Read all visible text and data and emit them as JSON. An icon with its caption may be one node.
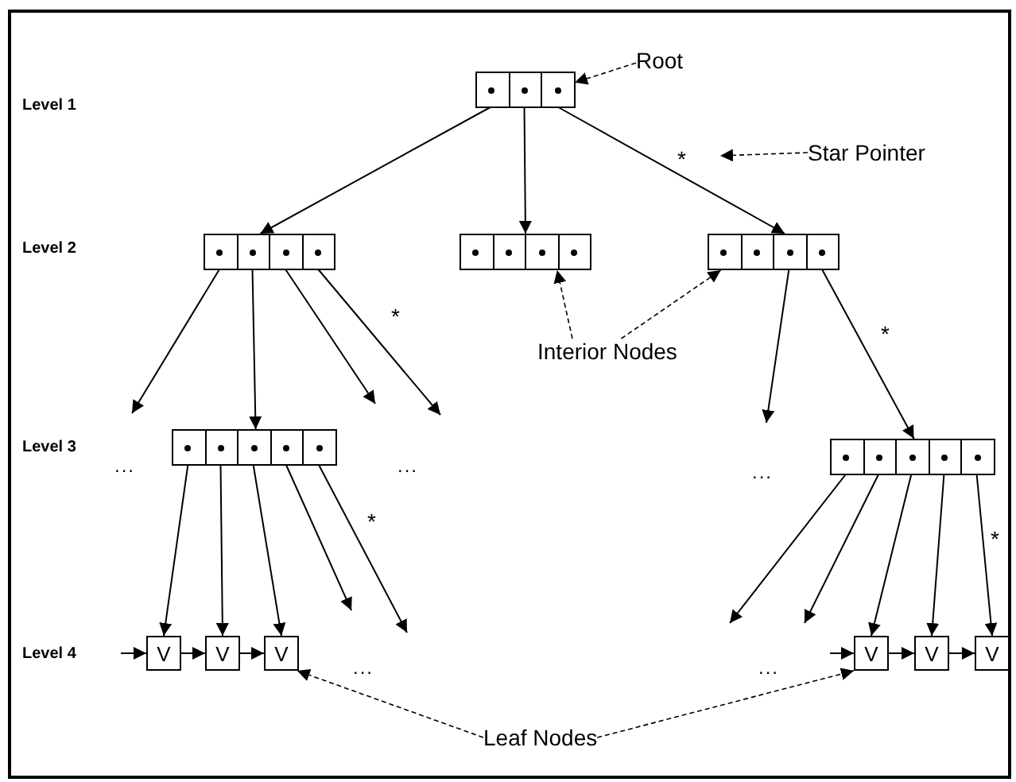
{
  "diagram": {
    "nodes": [
      {
        "text": [
          "Root"
        ]
      },
      {
        "text": [],
        "shape": "box"
      },
      {
        "text": [],
        "shape": "box",
        "in": 1
      },
      {
        "text": [],
        "shape": "box",
        "in": 1
      },
      {
        "text": [],
        "shape": "box",
        "in": 1
      },
      {
        "text": [
          "Star Pointer"
        ]
      },
      {
        "text": [],
        "shape": "box"
      },
      {
        "text": [],
        "shape": "box",
        "in": 6
      },
      {
        "text": [],
        "shape": "box",
        "in": 6
      },
      {
        "text": [],
        "shape": "box",
        "in": 6
      },
      {
        "text": [],
        "shape": "box",
        "in": 6
      },
      {
        "text": [],
        "shape": "box"
      },
      {
        "text": [],
        "shape": "box",
        "in": 11
      },
      {
        "text": [],
        "shape": "box",
        "in": 11
      },
      {
        "text": [],
        "shape": "box",
        "in": 11
      },
      {
        "text": [],
        "shape": "box",
        "in": 11
      },
      {
        "text": [],
        "shape": "box"
      },
      {
        "text": [],
        "shape": "box",
        "in": 16
      },
      {
        "text": [],
        "shape": "box",
        "in": 16
      },
      {
        "text": [],
        "shape": "box",
        "in": 16
      },
      {
        "text": [],
        "shape": "box",
        "in": 16
      },
      {
        "text": [
          "Interior Nodes"
        ]
      },
      {
        "text": [],
        "shape": "box"
      },
      {
        "text": [],
        "shape": "box",
        "in": 22
      },
      {
        "text": [],
        "shape": "box",
        "in": 22
      },
      {
        "text": [],
        "shape": "box",
        "in": 22
      },
      {
        "text": [],
        "shape": "box",
        "in": 22
      },
      {
        "text": [],
        "shape": "box",
        "in": 22
      },
      {
        "text": [],
        "shape": "box"
      },
      {
        "text": [],
        "shape": "box",
        "in": 28
      },
      {
        "text": [],
        "shape": "box",
        "in": 28
      },
      {
        "text": [],
        "shape": "box",
        "in": 28
      },
      {
        "text": [],
        "shape": "box",
        "in": 28
      },
      {
        "text": [],
        "shape": "box",
        "in": 28
      },
      {
        "text": [
          "V"
        ]
      },
      {
        "text": [
          "V"
        ]
      },
      {
        "text": [
          "V"
        ]
      },
      {
        "text": [
          "V"
        ]
      },
      {
        "text": [
          "V"
        ]
      },
      {
        "text": [
          "V"
        ]
      },
      {
        "text": [
          "Leaf Nodes"
        ]
      }
    ],
    "edges": [
      {
        "from": 2,
        "to": 6,
        "arrow": "to"
      },
      {
        "from": 3,
        "to": 11,
        "arrow": "to"
      },
      {
        "from": 4,
        "to": 16,
        "arrow": "to",
        "label": "*"
      },
      {
        "from": 7,
        "to": null,
        "arrow": "to"
      },
      {
        "from": 8,
        "to": 22,
        "arrow": "to"
      },
      {
        "from": 9,
        "to": null,
        "arrow": "to"
      },
      {
        "from": 10,
        "to": null,
        "arrow": "to",
        "label": "*"
      },
      {
        "from": 19,
        "to": null,
        "arrow": "to"
      },
      {
        "from": 20,
        "to": 28,
        "arrow": "to",
        "label": "*"
      },
      {
        "from": 23,
        "to": 34,
        "arrow": "to"
      },
      {
        "from": 24,
        "to": 35,
        "arrow": "to"
      },
      {
        "from": 25,
        "to": 36,
        "arrow": "to"
      },
      {
        "from": 26,
        "to": null,
        "arrow": "to"
      },
      {
        "from": 27,
        "to": null,
        "arrow": "to",
        "label": "*"
      },
      {
        "from": 29,
        "to": null,
        "arrow": "to"
      },
      {
        "from": 30,
        "to": null,
        "arrow": "to"
      },
      {
        "from": 31,
        "to": 37,
        "arrow": "to"
      },
      {
        "from": 32,
        "to": 38,
        "arrow": "to"
      },
      {
        "from": 33,
        "to": 39,
        "arrow": "to",
        "label": "*"
      },
      {
        "from": null,
        "to": 34,
        "arrow": "to"
      },
      {
        "from": 34,
        "to": 35,
        "arrow": "to"
      },
      {
        "from": 35,
        "to": 36,
        "arrow": "to"
      },
      {
        "from": null,
        "to": 37,
        "arrow": "to"
      },
      {
        "from": 37,
        "to": 38,
        "arrow": "to"
      },
      {
        "from": 38,
        "to": 39,
        "arrow": "to"
      },
      {
        "from": 0,
        "to": 1,
        "arrow": "to",
        "style": "dashed"
      },
      {
        "from": 5,
        "to": null,
        "arrow": "to",
        "style": "dashed"
      },
      {
        "from": 21,
        "to": 11,
        "arrow": "to",
        "style": "dashed"
      },
      {
        "from": 21,
        "to": 16,
        "arrow": "to",
        "style": "dashed"
      },
      {
        "from": 40,
        "to": 36,
        "arrow": "to",
        "style": "dashed"
      },
      {
        "from": 40,
        "to": 37,
        "arrow": "to",
        "style": "dashed"
      }
    ],
    "labels": [
      "Level 1",
      "Level 2",
      "Level 3",
      "...",
      "...",
      "...",
      "Level 4",
      "...",
      "..."
    ]
  }
}
